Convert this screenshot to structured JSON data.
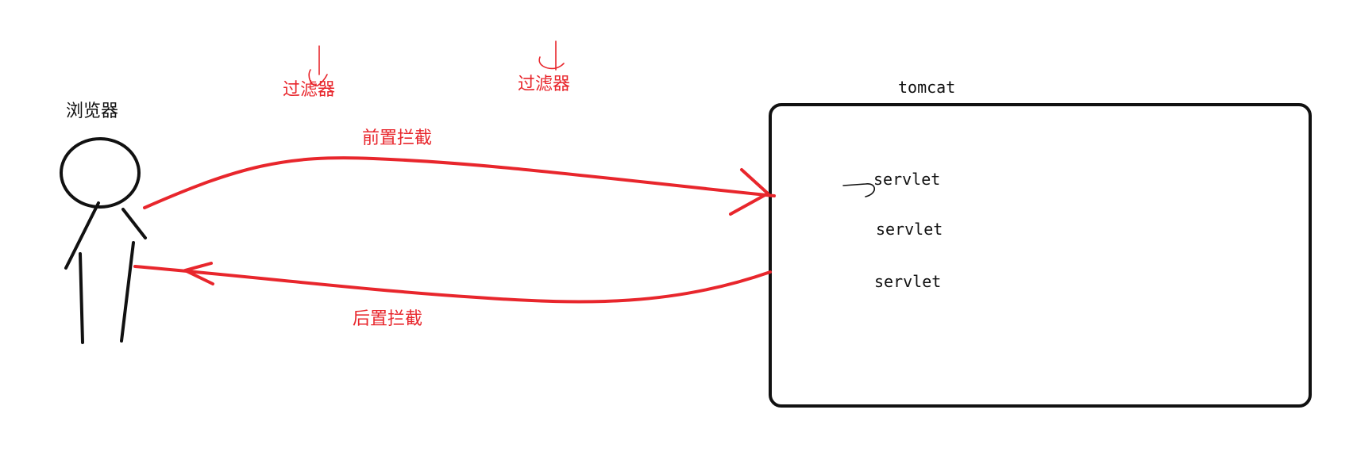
{
  "labels": {
    "browser": "浏览器",
    "filter_1": "过滤器",
    "filter_2": "过滤器",
    "pre_intercept": "前置拦截",
    "post_intercept": "后置拦截",
    "tomcat": "tomcat",
    "servlets": [
      "servlet",
      "servlet",
      "servlet"
    ]
  },
  "colors": {
    "ink": "#111111",
    "accent": "#e8262c",
    "background": "#ffffff"
  }
}
